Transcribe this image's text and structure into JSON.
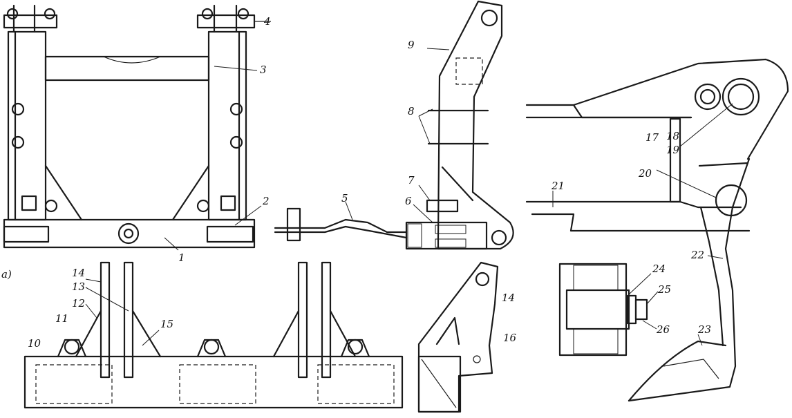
{
  "labels": {
    "l1": "1",
    "l2": "2",
    "l3": "3",
    "l4": "4",
    "l5": "5",
    "l6": "6",
    "l7": "7",
    "l8": "8",
    "l9": "9",
    "l10": "10",
    "l11": "11",
    "l12": "12",
    "l13": "13",
    "l14a": "14",
    "l14b": "14",
    "l15": "15",
    "l16": "16",
    "l17": "17",
    "l18": "18",
    "l19": "19",
    "l20": "20",
    "l21": "21",
    "l22": "22",
    "l23": "23",
    "l24": "24",
    "l25": "25",
    "l26": "26",
    "view_a": "a)"
  }
}
